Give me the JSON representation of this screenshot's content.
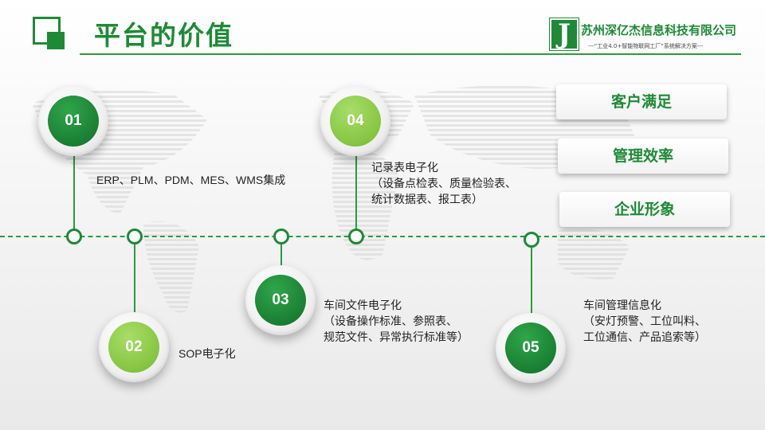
{
  "page_title": "平台的价值",
  "brand": {
    "logo_letter": "J",
    "name": "苏州深亿杰信息科技有限公司",
    "slogan": "---“工业4.0+智能物联网工厂”系统解决方案---"
  },
  "milestones": [
    {
      "num": "01",
      "label_lines": [
        "ERP、PLM、PDM、MES、WMS集成"
      ]
    },
    {
      "num": "02",
      "label_lines": [
        "SOP电子化"
      ]
    },
    {
      "num": "03",
      "label_lines": [
        "车间文件电子化",
        "（设备操作标准、参照表、",
        "规范文件、异常执行标准等）"
      ]
    },
    {
      "num": "04",
      "label_lines": [
        "记录表电子化",
        "（设备点检表、质量检验表、",
        "统计数据表、报工表）"
      ]
    },
    {
      "num": "05",
      "label_lines": [
        "车间管理信息化",
        "（安灯预警、工位叫料、",
        "工位通信、产品追索等）"
      ]
    }
  ],
  "values": [
    "客户满足",
    "管理效率",
    "企业形象"
  ],
  "colors": {
    "dark_green": "#1e8a37",
    "light_green": "#86c541"
  }
}
